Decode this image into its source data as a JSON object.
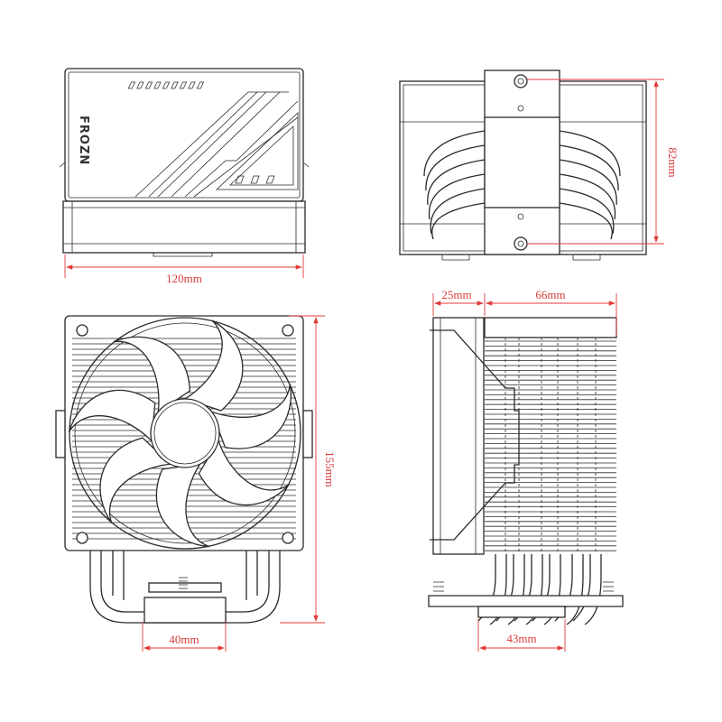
{
  "brand": {
    "logo_text": "FROZN"
  },
  "dimensions": {
    "top_view_width": "120mm",
    "top_view_depth": "82mm",
    "front_height": "155mm",
    "front_base_width": "40mm",
    "side_fan_thickness": "25mm",
    "side_heatsink_depth": "66mm",
    "side_base_width": "43mm"
  },
  "colors": {
    "dimension": "#e03a3a",
    "outline": "#2a2a2a"
  }
}
